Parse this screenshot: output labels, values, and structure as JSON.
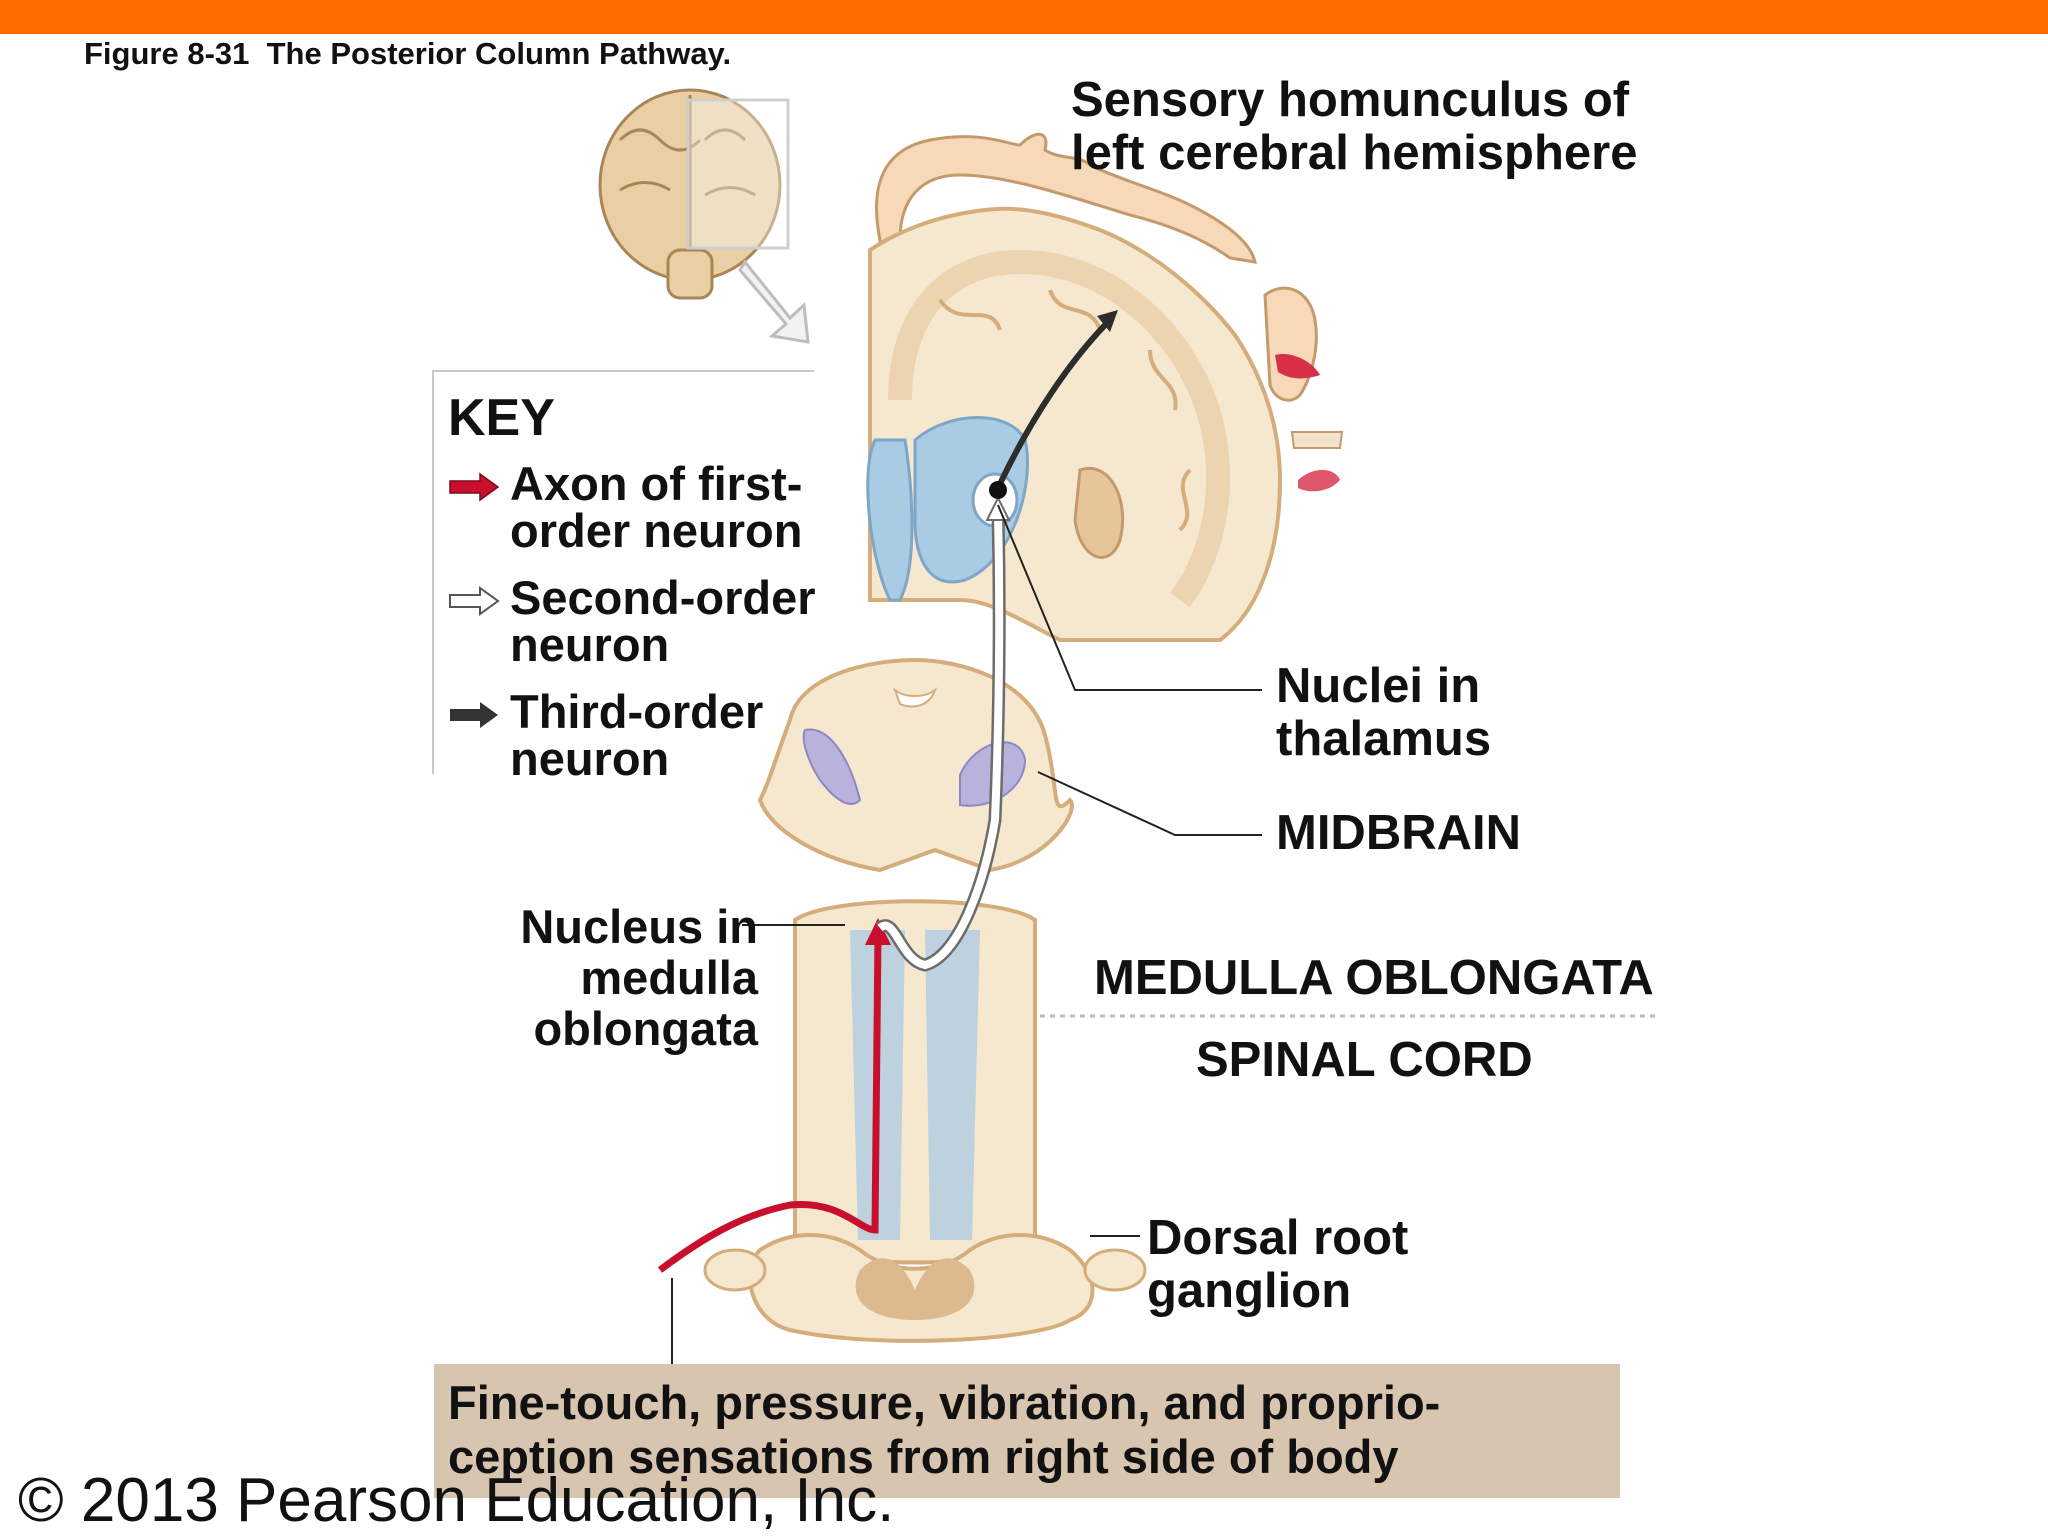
{
  "header": {
    "figure_title": "Figure 8-31  The Posterior Column Pathway."
  },
  "labels": {
    "homunculus": [
      "Sensory homunculus of",
      "left cerebral hemisphere"
    ],
    "thalamus": [
      "Nuclei in",
      "thalamus"
    ],
    "midbrain": "MIDBRAIN",
    "medulla_oblongata": "MEDULLA OBLONGATA",
    "spinal_cord": "SPINAL CORD",
    "nucleus_medulla": [
      "Nucleus in",
      "medulla",
      "oblongata"
    ],
    "dorsal_root": [
      "Dorsal root",
      "ganglion"
    ]
  },
  "key": {
    "title": "KEY",
    "items": [
      {
        "label": [
          "Axon of first-",
          "order neuron"
        ],
        "icon": "red-filled-arrow",
        "color": "#c8102e"
      },
      {
        "label": [
          "Second-order",
          "neuron"
        ],
        "icon": "hollow-arrow",
        "color": "#ffffff"
      },
      {
        "label": [
          "Third-order",
          "neuron"
        ],
        "icon": "dark-filled-arrow",
        "color": "#333333"
      }
    ]
  },
  "caption": [
    "Fine-touch, pressure, vibration, and proprio-",
    "ception sensations from right side of body"
  ],
  "footer": {
    "copyright": "© 2013 Pearson Education, Inc."
  },
  "colors": {
    "top_bar": "#ff6a00",
    "tissue": "#f6e7cf",
    "tissue_outline": "#d9b98c",
    "tract_blue": "#a9cbe3",
    "tract_violet": "#b8b2dd",
    "first_order": "#c8102e",
    "third_order": "#2d2d2d",
    "caption_box": "#d8c5b0"
  }
}
